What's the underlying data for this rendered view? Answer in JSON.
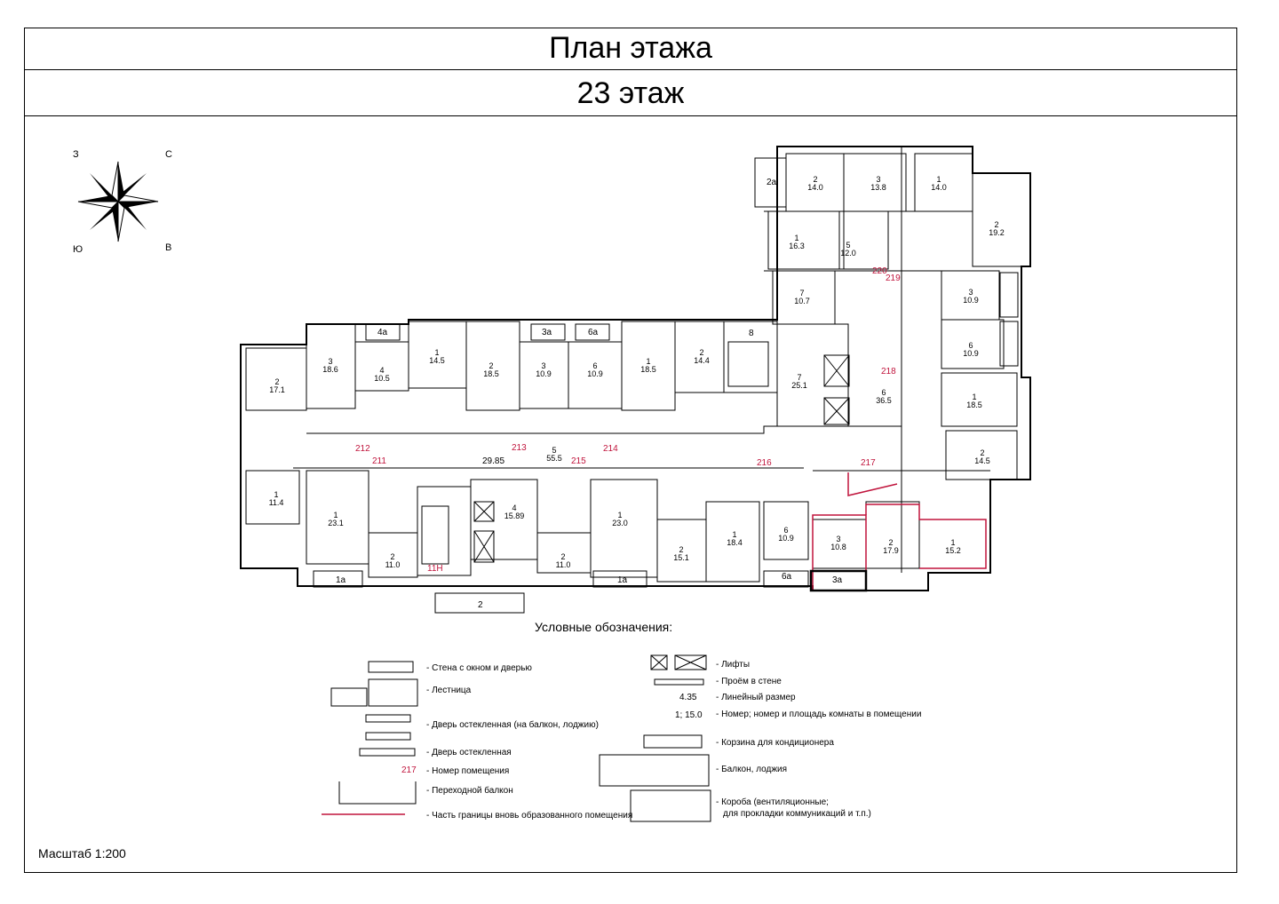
{
  "title": "План этажа",
  "floor": "23 этаж",
  "compass": {
    "n": "С",
    "e": "В",
    "s": "Ю",
    "w": "З"
  },
  "scale": "Масштаб 1:200",
  "legend": {
    "title": "Условные обозначения:",
    "items": {
      "wall": "- Стена с окном и дверью",
      "stairs": "- Лестница",
      "glass_door_balcony": "- Дверь остекленная (на балкон, лоджию)",
      "glass_door": "- Дверь остекленная",
      "room_number": "- Номер помещения",
      "transit_balcony": "- Переходной балкон",
      "new_border": "- Часть границы вновь образованного помещения",
      "lifts": "- Лифты",
      "opening": "- Проём в стене",
      "linear": "- Линейный размер",
      "room_num_area": "- Номер; номер и площадь комнаты в помещении",
      "ac_basket": "- Корзина для кондиционера",
      "balcony": "- Балкон, лоджия",
      "ducts": "- Короба  (вентиляционные;",
      "ducts2": "для прокладки коммуникаций и т.п.)"
    },
    "samples": {
      "room_no": "217",
      "dim": "4.35",
      "num_area": "1; 15.0"
    }
  },
  "units": [
    "211",
    "212",
    "213",
    "214",
    "215",
    "216",
    "217",
    "218",
    "219",
    "220",
    "11Н"
  ],
  "rooms_left": [
    {
      "n": "2",
      "a": "17.1"
    },
    {
      "n": "3",
      "a": "18.6"
    },
    {
      "n": "4",
      "a": "10.5"
    },
    {
      "n": "1",
      "a": "14.5"
    },
    {
      "n": "2",
      "a": "18.5"
    },
    {
      "n": "3",
      "a": "10.9"
    },
    {
      "n": "6",
      "a": "10.9"
    },
    {
      "n": "1",
      "a": "18.5"
    },
    {
      "n": "2",
      "a": "14.4"
    },
    {
      "n": "1",
      "a": "11.4"
    },
    {
      "n": "1",
      "a": "23.1"
    },
    {
      "n": "2",
      "a": "11.0"
    },
    {
      "n": "4",
      "a": "15.89"
    },
    {
      "n": "2",
      "a": "11.0"
    },
    {
      "n": "1",
      "a": "23.0"
    },
    {
      "n": "2",
      "a": "15.1"
    },
    {
      "n": "1",
      "a": "18.4"
    },
    {
      "n": "6",
      "a": "10.9"
    },
    {
      "n": "5",
      "a": "55.5"
    }
  ],
  "rooms_right": [
    {
      "n": "2",
      "a": "14.0"
    },
    {
      "n": "3",
      "a": "13.8"
    },
    {
      "n": "1",
      "a": "14.0"
    },
    {
      "n": "2",
      "a": "19.2"
    },
    {
      "n": "1",
      "a": "16.3"
    },
    {
      "n": "5",
      "a": "12.0"
    },
    {
      "n": "7",
      "a": "10.7"
    },
    {
      "n": "3",
      "a": "10.9"
    },
    {
      "n": "6",
      "a": "10.9"
    },
    {
      "n": "7",
      "a": "25.1"
    },
    {
      "n": "6",
      "a": "36.5"
    },
    {
      "n": "1",
      "a": "18.5"
    },
    {
      "n": "2",
      "a": "14.5"
    },
    {
      "n": "3",
      "a": "10.8"
    },
    {
      "n": "2",
      "a": "17.9"
    },
    {
      "n": "1",
      "a": "15.2"
    }
  ],
  "labels": {
    "balc2": "2",
    "b1a": "1а",
    "b3a": "3а",
    "b6a": "6а",
    "b4a": "4а",
    "b2a": "2а",
    "st8": "8",
    "corr": "29.85"
  }
}
